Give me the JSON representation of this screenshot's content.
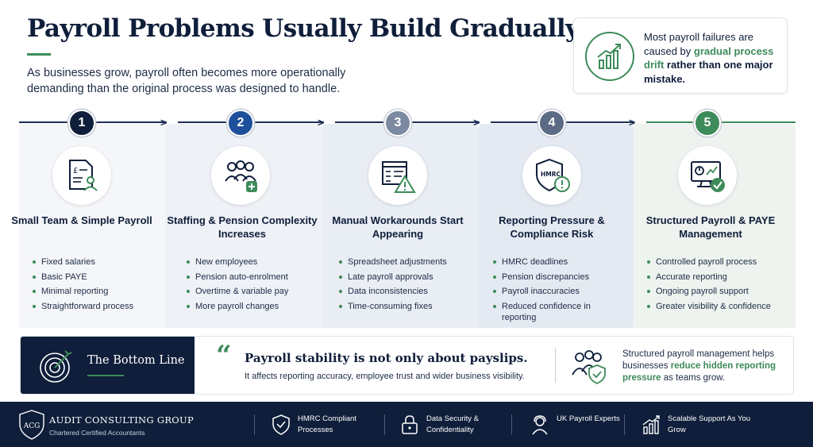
{
  "header": {
    "title": "Payroll Problems Usually Build Gradually",
    "subtitle": "As businesses grow, payroll often becomes more operationally demanding than the original process was designed to handle."
  },
  "callout": {
    "text_before": "Most payroll failures are caused by ",
    "highlight": "gradual process drift",
    "text_bold": " rather than one major mistake."
  },
  "stages": [
    {
      "number": "1",
      "title": "Small Team & Simple Payroll",
      "icon": "document-person-icon",
      "items": [
        "Fixed salaries",
        "Basic PAYE",
        "Minimal reporting",
        "Straightforward process"
      ]
    },
    {
      "number": "2",
      "title": "Staffing & Pension Complexity Increases",
      "icon": "people-add-icon",
      "items": [
        "New employees",
        "Pension auto-enrolment",
        "Overtime & variable pay",
        "More payroll changes"
      ]
    },
    {
      "number": "3",
      "title": "Manual Workarounds Start Appearing",
      "icon": "spreadsheet-warning-icon",
      "items": [
        "Spreadsheet adjustments",
        "Late payroll approvals",
        "Data inconsistencies",
        "Time-consuming fixes"
      ]
    },
    {
      "number": "4",
      "title": "Reporting Pressure & Compliance Risk",
      "icon": "hmrc-shield-icon",
      "icon_text": "HMRC",
      "items": [
        "HMRC deadlines",
        "Pension discrepancies",
        "Payroll inaccuracies",
        "Reduced confidence in reporting"
      ]
    },
    {
      "number": "5",
      "title": "Structured Payroll & PAYE Management",
      "icon": "monitor-check-icon",
      "items": [
        "Controlled payroll process",
        "Accurate reporting",
        "Ongoing payroll support",
        "Greater visibility & confidence"
      ]
    }
  ],
  "bottom_line": {
    "label": "The Bottom Line",
    "quote_mark": "“",
    "headline": "Payroll stability is not only about payslips.",
    "subline": "It affects reporting accuracy, employee trust and wider business visibility.",
    "right_before": "Structured payroll management helps businesses ",
    "right_highlight": "reduce hidden reporting pressure",
    "right_after": " as teams grow."
  },
  "footer": {
    "logo_text": "ACG",
    "company": "AUDIT CONSULTING GROUP",
    "tagline": "Chartered Certified Accountants",
    "items": [
      {
        "icon": "shield-check-icon",
        "label": "HMRC Compliant Processes"
      },
      {
        "icon": "padlock-icon",
        "label": "Data Security & Confidentiality"
      },
      {
        "icon": "person-headset-icon",
        "label": "UK Payroll Experts"
      },
      {
        "icon": "growth-chart-icon",
        "label": "Scalable Support As You Grow"
      }
    ]
  },
  "colors": {
    "navy": "#0f1e3a",
    "accent_green": "#3d8b5a",
    "step_blue": "#1e4f9a",
    "step_grey": "#7b8aa0",
    "step_slate": "#5b6b85"
  }
}
